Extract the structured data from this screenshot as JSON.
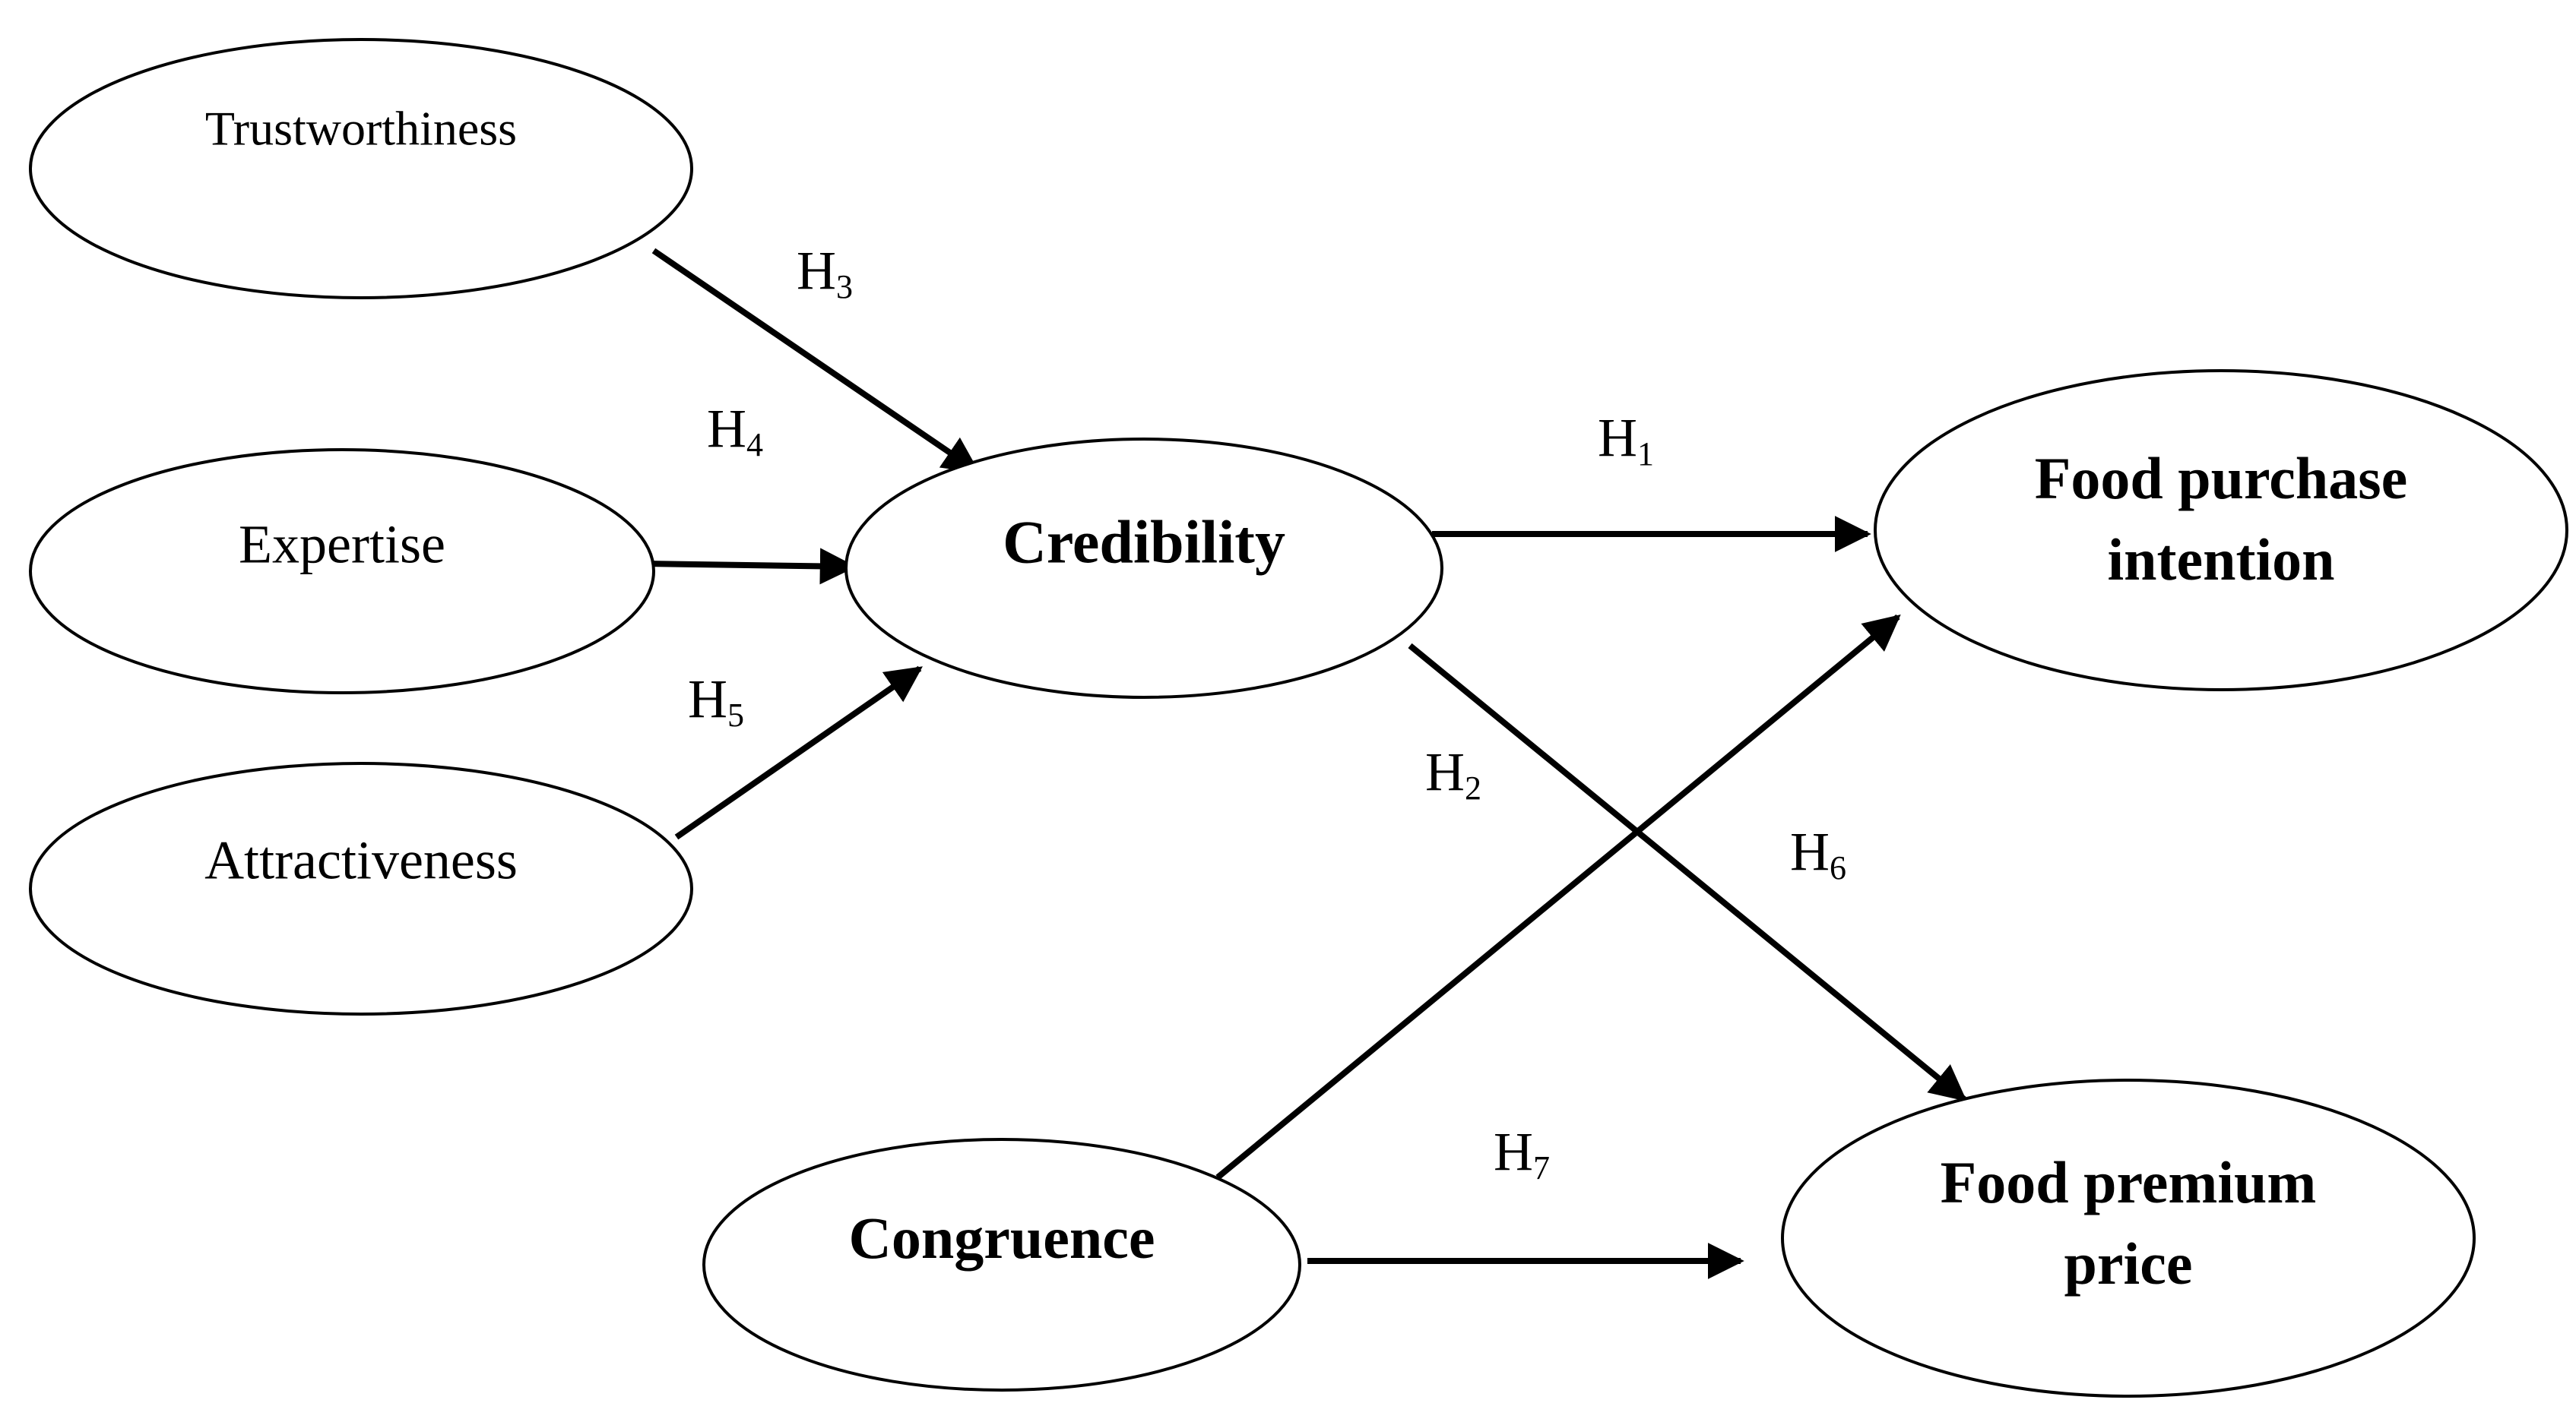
{
  "nodes": {
    "trustworthiness": {
      "label": "Trustworthiness"
    },
    "expertise": {
      "label": "Expertise"
    },
    "attractiveness": {
      "label": "Attractiveness"
    },
    "credibility": {
      "label": "Credibility"
    },
    "congruence": {
      "label": "Congruence"
    },
    "food_purchase_intention": {
      "lines": [
        "Food purchase",
        "intention"
      ]
    },
    "food_premium_price": {
      "lines": [
        "Food premium",
        "price"
      ]
    }
  },
  "hypotheses": {
    "h1": {
      "letter": "H",
      "num": "1"
    },
    "h2": {
      "letter": "H",
      "num": "2"
    },
    "h3": {
      "letter": "H",
      "num": "3"
    },
    "h4": {
      "letter": "H",
      "num": "4"
    },
    "h5": {
      "letter": "H",
      "num": "5"
    },
    "h6": {
      "letter": "H",
      "num": "6"
    },
    "h7": {
      "letter": "H",
      "num": "7"
    }
  },
  "edges": [
    {
      "from": "trustworthiness",
      "to": "credibility",
      "hypothesis": "h3"
    },
    {
      "from": "expertise",
      "to": "credibility",
      "hypothesis": "h4"
    },
    {
      "from": "attractiveness",
      "to": "credibility",
      "hypothesis": "h5"
    },
    {
      "from": "credibility",
      "to": "food_purchase_intention",
      "hypothesis": "h1"
    },
    {
      "from": "credibility",
      "to": "food_premium_price",
      "hypothesis": "h6"
    },
    {
      "from": "congruence",
      "to": "food_purchase_intention",
      "hypothesis": "h2"
    },
    {
      "from": "congruence",
      "to": "food_premium_price",
      "hypothesis": "h7"
    }
  ]
}
